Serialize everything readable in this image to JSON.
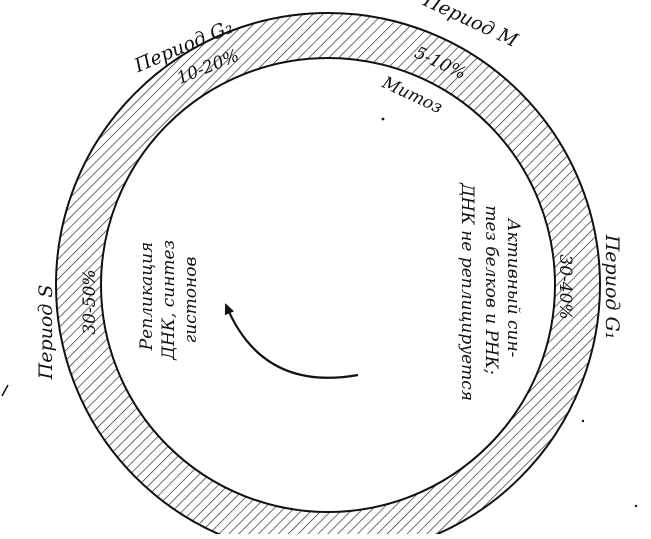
{
  "diagram": {
    "phases": {
      "g2": {
        "name": "Период G₂",
        "percent": "10-20%"
      },
      "m": {
        "name": "Период M",
        "percent": "5-10%",
        "inner": "Митоз"
      },
      "g1": {
        "name": "Период G₁",
        "percent": "30-40%",
        "inner_lines": [
          "Активный син-",
          "тез белков и РНК;",
          "ДНК не реплицируется"
        ]
      },
      "s": {
        "name": "Период S",
        "percent": "30-50%",
        "inner_lines": [
          "Репликация",
          "ДНК, синтез",
          "гистонов"
        ]
      }
    },
    "colors": {
      "ink": "#111111",
      "hatch": "#222222",
      "background": "#ffffff"
    }
  }
}
